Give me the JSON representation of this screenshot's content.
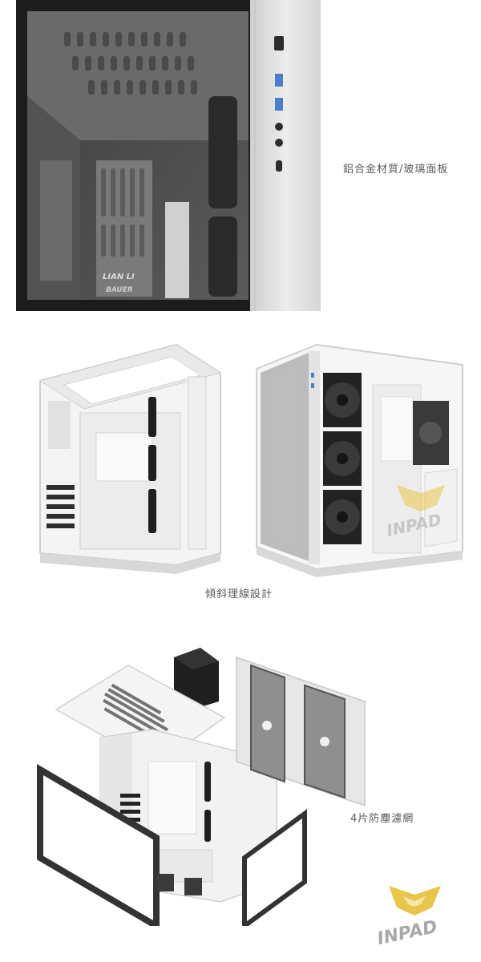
{
  "section1": {
    "caption": "鋁合金材質/玻璃面板",
    "brand_logo": "LIAN LI",
    "bauer_logo": "BAUER"
  },
  "section2": {
    "caption": "傾斜理線設計",
    "watermark": "INPAD"
  },
  "section3": {
    "caption": "4片防塵濾網",
    "watermark": "INPAD"
  },
  "colors": {
    "panel_black": "#1c1c1c",
    "aluminum": "#d9d9d9",
    "case_white": "#f2f2f2",
    "fan_dark": "#2a2a2a",
    "logo_gold": "#e8c64a",
    "logo_gray": "#a8a8a8"
  }
}
